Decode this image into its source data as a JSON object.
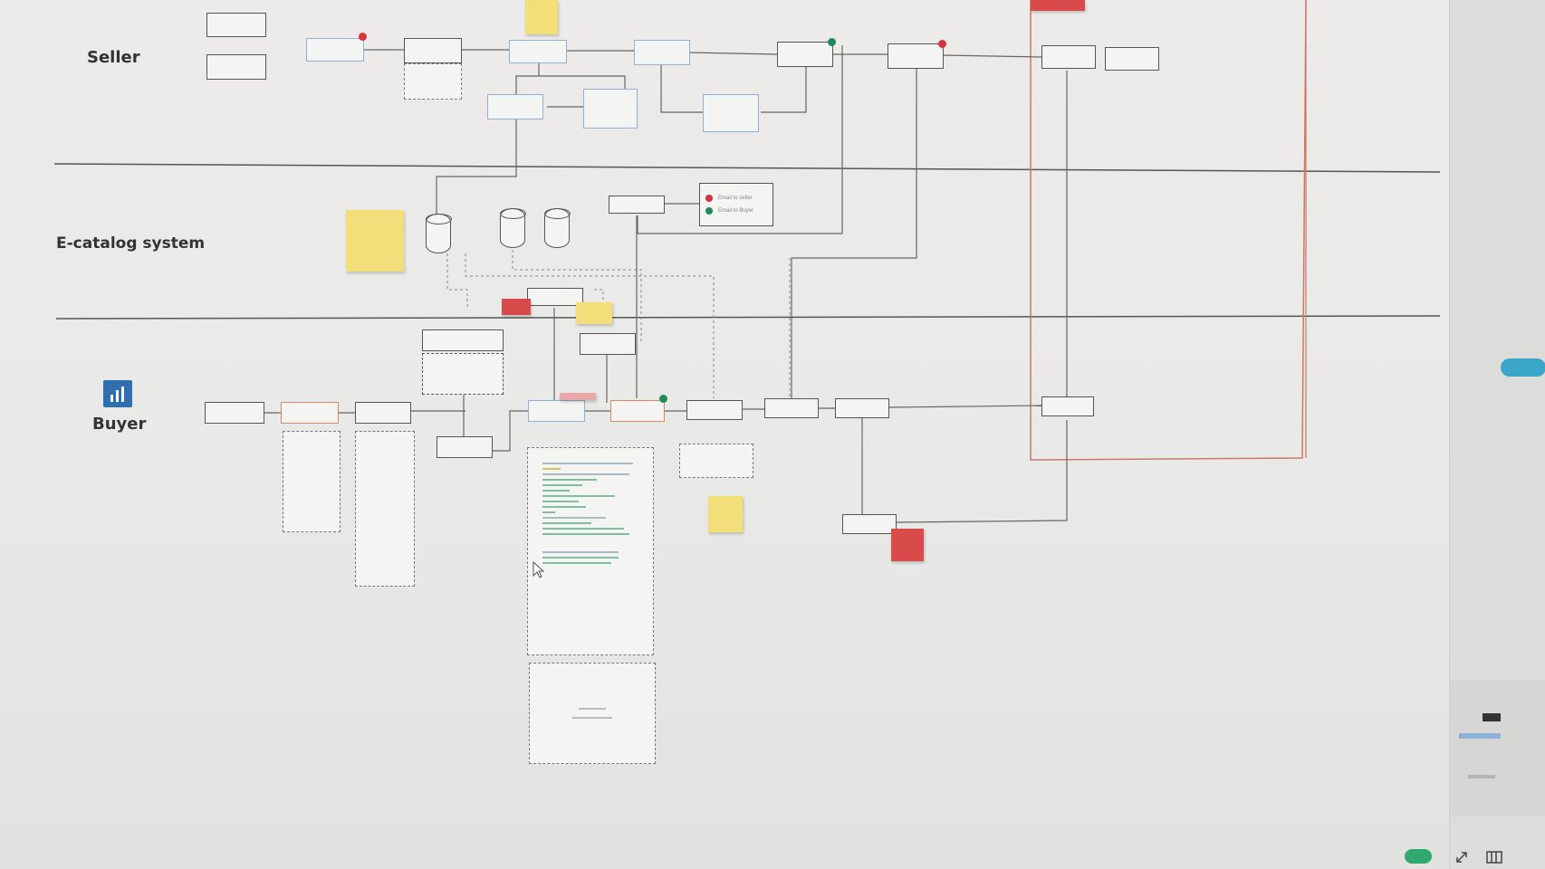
{
  "lanes": {
    "seller": "Seller",
    "ecatalog": "E-catalog system",
    "buyer": "Buyer"
  },
  "colors": {
    "canvas": "#ecebe9",
    "lane_divider": "#555555",
    "highlight_frame": "#c8796a",
    "sticky_yellow": "#f2df7a",
    "sticky_red": "#d94b4b",
    "dot_red": "#d9333a",
    "dot_green": "#1f8a5a",
    "node_blue_border": "#8fb1d8",
    "node_orange_border": "#d98a66"
  },
  "legend": {
    "red": "Email to seller",
    "green": "Email to Buyer"
  },
  "icons": {
    "buyer_logo": "bar-chart-logo-icon",
    "cursor": "mouse-pointer-icon",
    "expand": "expand-icon",
    "panel": "panel-icon"
  }
}
